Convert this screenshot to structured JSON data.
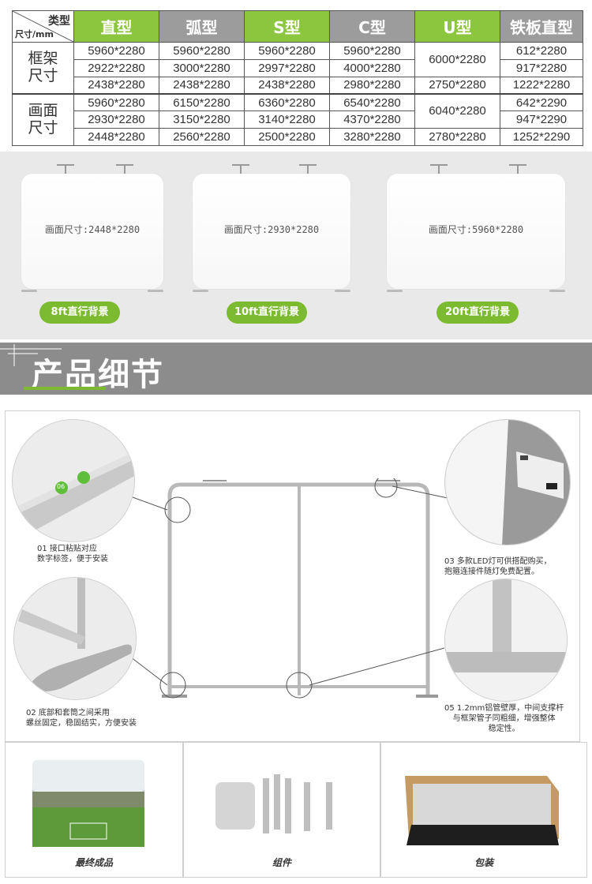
{
  "table": {
    "corner_type": "类型",
    "corner_size": "尺寸/mm",
    "headers": [
      "直型",
      "弧型",
      "S型",
      "C型",
      "U型",
      "铁板直型"
    ],
    "header_colors": [
      "#8cc63f",
      "#9c9c9c",
      "#8cc63f",
      "#9c9c9c",
      "#8cc63f",
      "#9c9c9c"
    ],
    "frame_label": "框架\n尺寸",
    "frame_rows": [
      [
        "5960*2280",
        "5960*2280",
        "5960*2280",
        "5960*2280",
        "612*2280"
      ],
      [
        "2922*2280",
        "3000*2280",
        "2997*2280",
        "4000*2280",
        "917*2280"
      ],
      [
        "2438*2280",
        "2438*2280",
        "2438*2280",
        "2980*2280",
        "1222*2280"
      ]
    ],
    "frame_u": [
      "6000*2280",
      "2750*2280"
    ],
    "canvas_label": "画面\n尺寸",
    "canvas_rows": [
      [
        "5960*2280",
        "6150*2280",
        "6360*2280",
        "6540*2280",
        "642*2290"
      ],
      [
        "2930*2280",
        "3150*2280",
        "3140*2280",
        "4370*2280",
        "947*2290"
      ],
      [
        "2448*2280",
        "2560*2280",
        "2500*2280",
        "3280*2280",
        "1252*2290"
      ]
    ],
    "canvas_u": [
      "6040*2280",
      "2780*2280"
    ]
  },
  "previews": [
    {
      "caption": "画面尺寸:2448*2280",
      "badge": "8ft直行背景"
    },
    {
      "caption": "画面尺寸:2930*2280",
      "badge": "10ft直行背景"
    },
    {
      "caption": "画面尺寸:5960*2280",
      "badge": "20ft直行背景"
    }
  ],
  "section_title": "产品细节",
  "details": {
    "note01": "01 接口粘贴对应\n数字标签，便于安装",
    "note02": "02 底部和套筒之间采用\n螺丝固定，稳固结实，方便安装",
    "note03": "03 多款LED灯可供搭配购买，\n抱箍连接件随灯免费配置。",
    "note05": "05 1.2mm铝管壁厚，中间支撑杆\n与框架管子同粗细，增强整体\n稳定性。",
    "tag_label": "06"
  },
  "gallery": [
    {
      "label": "最终成品"
    },
    {
      "label": "组件"
    },
    {
      "label": "包装"
    }
  ],
  "colors": {
    "accent": "#8cc63f",
    "gray_header": "#9c9c9c",
    "banner": "#8c8c8c"
  }
}
